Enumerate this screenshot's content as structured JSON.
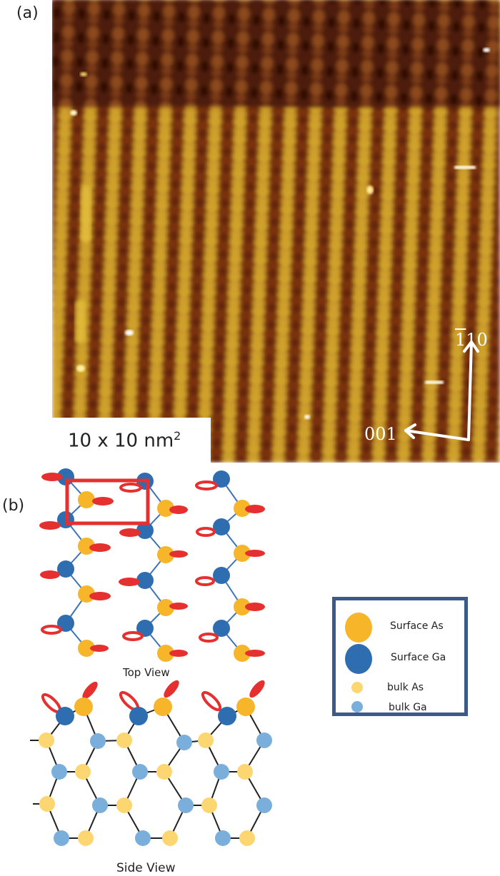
{
  "figure": {
    "panels": [
      {
        "label": "(a)",
        "type": "STM image"
      },
      {
        "label": "(b)",
        "type": "atomic model"
      }
    ],
    "panel_a": {
      "label": "(a)",
      "scale": {
        "text": "10 x 10 nm",
        "superscript": "2"
      },
      "directions": {
        "up": {
          "digits_overbar": "1",
          "digits_rest": "10",
          "full": "-110"
        },
        "left": {
          "text": "001"
        }
      },
      "colormap": {
        "dark": "#3a1608",
        "mid": "#8a3a14",
        "bright": "#d9b030",
        "highlight": "#fff6c8"
      }
    },
    "panel_b": {
      "label": "(b)",
      "top_view_caption": "Top View",
      "side_view_caption": "Side View",
      "legend": {
        "items": [
          {
            "label": "Surface As",
            "color": "#f7b52a",
            "size": "large"
          },
          {
            "label": "Surface Ga",
            "color": "#2e6db0",
            "size": "large"
          },
          {
            "label": "bulk As",
            "color": "#fbd671",
            "size": "small"
          },
          {
            "label": "bulk Ga",
            "color": "#7aaedb",
            "size": "small"
          }
        ],
        "border_color": "#3b5a8a"
      },
      "colors": {
        "dangling_bond": "#e5302f",
        "unit_cell": "#e5302f",
        "bond_top": "#3d74b8",
        "bond_side": "#222222"
      }
    }
  }
}
